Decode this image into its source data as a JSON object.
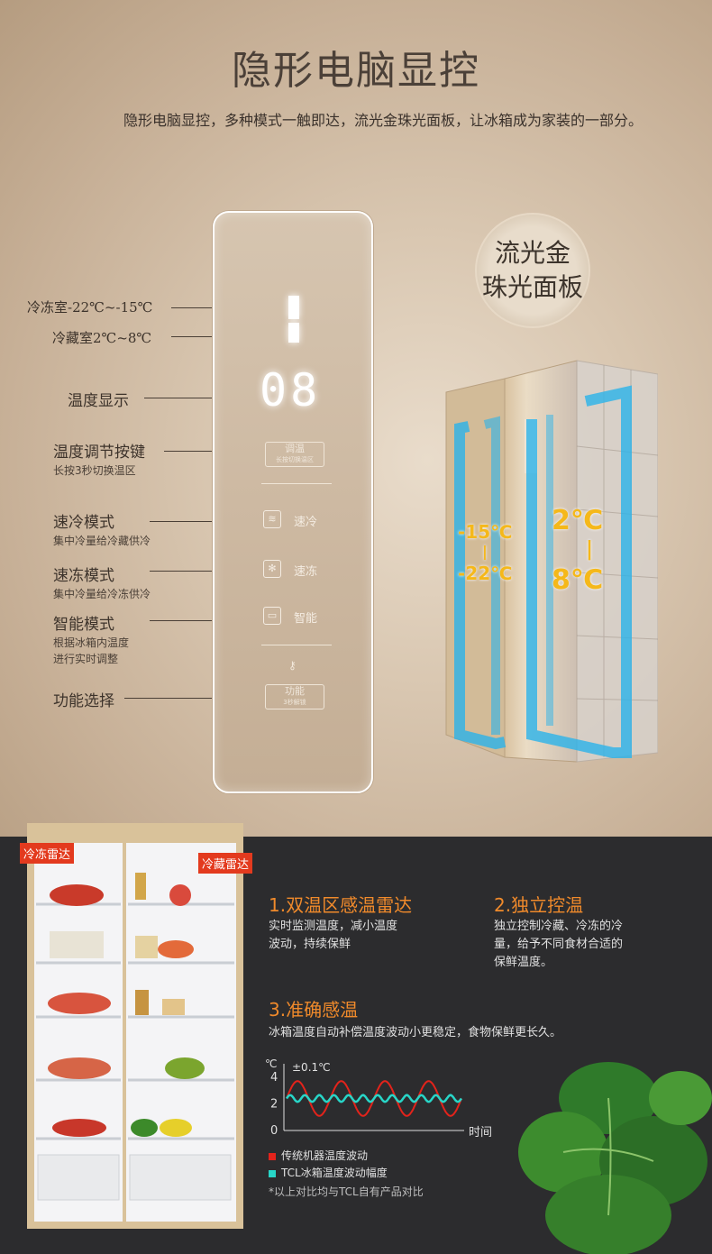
{
  "hero": {
    "title": "隐形电脑显控",
    "subtitle": "隐形电脑显控，多种模式一触即达，流光金珠光面板，让冰箱成为家装的一部分。"
  },
  "panel_labels": {
    "freezer": "冷冻室-22℃~-15℃",
    "fridge": "冷藏室2℃~8℃",
    "temp_display": "温度显示",
    "temp_button": "温度调节按键",
    "temp_button_sub": "长按3秒切换温区",
    "fast_cool": "速冷模式",
    "fast_cool_sub": "集中冷量给冷藏供冷",
    "fast_freeze": "速冻模式",
    "fast_freeze_sub": "集中冷量给冷冻供冷",
    "smart": "智能模式",
    "smart_sub1": "根据冰箱内温度",
    "smart_sub2": "进行实时调整",
    "function": "功能选择"
  },
  "panel": {
    "digits": "08",
    "adjust_label": "调温",
    "adjust_sub": "长按切换温区",
    "mode_cool": "速冷",
    "mode_freeze": "速冻",
    "mode_smart": "智能",
    "function_label": "功能",
    "function_sub": "3秒解锁"
  },
  "badge": {
    "line1": "流光金",
    "line2": "珠光面板"
  },
  "fridge_temps": {
    "freezer_high": "-15℃",
    "freezer_low": "-22℃",
    "fridge_high": "2℃",
    "fridge_low": "8℃"
  },
  "bottom": {
    "tag_freezer": "冷冻雷达",
    "tag_fridge": "冷藏雷达",
    "f1_title": "1.双温区感温雷达",
    "f1_text1": "实时监测温度，减小温度",
    "f1_text2": "波动，持续保鲜",
    "f2_title": "2.独立控温",
    "f2_text1": "独立控制冷藏、冷冻的冷",
    "f2_text2": "量，给予不同食材合适的",
    "f2_text3": "保鲜温度。",
    "f3_title": "3.准确感温",
    "f3_text": "冰箱温度自动补偿温度波动小更稳定，食物保鲜更长久。",
    "legend1": "传统机器温度波动",
    "legend2": "TCL冰箱温度波动幅度",
    "note": "*以上对比均与TCL自有产品对比"
  },
  "chart_data": {
    "type": "line",
    "ylabel": "℃",
    "xlabel": "时间",
    "annotation": "±0.1℃",
    "y_ticks": [
      0,
      2,
      4
    ],
    "ylim": [
      0,
      5
    ],
    "series": [
      {
        "name": "传统机器温度波动",
        "color": "#e3231b",
        "amplitude": 1.3,
        "center": 2.4,
        "cycles": 4
      },
      {
        "name": "TCL冰箱温度波动幅度",
        "color": "#28d6c8",
        "amplitude": 0.25,
        "center": 2.4,
        "cycles": 12
      }
    ]
  },
  "colors": {
    "accent": "#f08a2b",
    "tag": "#e33a1e",
    "gold_temp": "#f5b81a"
  }
}
